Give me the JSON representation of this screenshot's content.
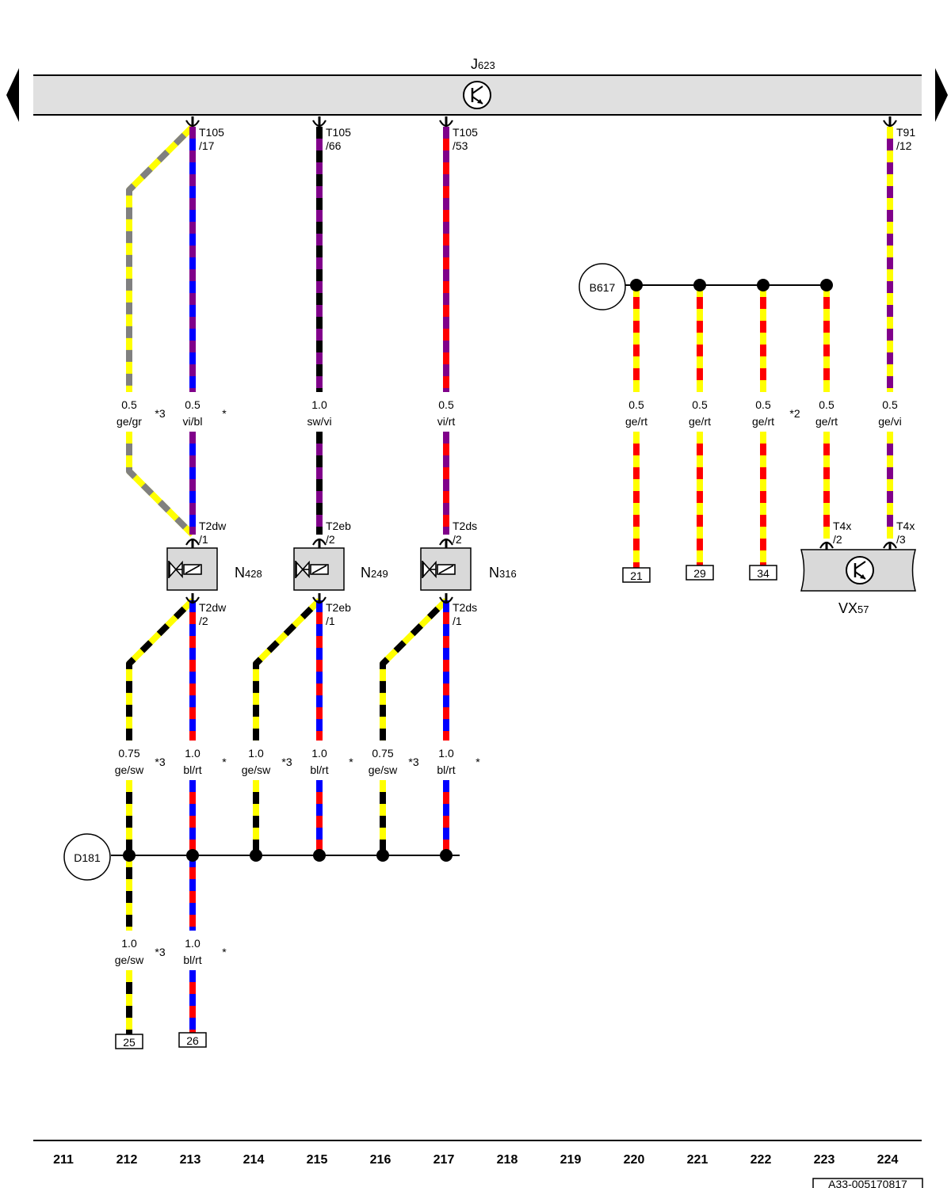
{
  "colors": {
    "ge": "#ffff00",
    "gr": "#808080",
    "vi": "#80008a",
    "bl": "#0000ff",
    "rt": "#ff0000",
    "sw": "#000000",
    "ecu_fill": "#e0e0e0",
    "comp_fill": "#d9d9d9"
  },
  "ecu": {
    "main": "J",
    "sub": "623",
    "icon": "transistor-symbol-icon"
  },
  "nav": {
    "prev": "previous-page-arrow-icon",
    "next": "next-page-arrow-icon"
  },
  "top_connectors": [
    {
      "id": "t105-17",
      "l1": "T105",
      "l2": "/17"
    },
    {
      "id": "t105-66",
      "l1": "T105",
      "l2": "/66"
    },
    {
      "id": "t105-53",
      "l1": "T105",
      "l2": "/53"
    },
    {
      "id": "t91-12",
      "l1": "T91",
      "l2": "/12"
    }
  ],
  "components": [
    {
      "id": "n428",
      "main": "N",
      "sub": "428",
      "pin_top_l1": "T2dw",
      "pin_top_l2": "/1",
      "pin_bot_l1": "T2dw",
      "pin_bot_l2": "/2",
      "icon": "solenoid-valve-icon"
    },
    {
      "id": "n249",
      "main": "N",
      "sub": "249",
      "pin_top_l1": "T2eb",
      "pin_top_l2": "/2",
      "pin_bot_l1": "T2eb",
      "pin_bot_l2": "/1",
      "icon": "solenoid-valve-icon"
    },
    {
      "id": "n316",
      "main": "N",
      "sub": "316",
      "pin_top_l1": "T2ds",
      "pin_top_l2": "/2",
      "pin_bot_l1": "T2ds",
      "pin_bot_l2": "/1",
      "icon": "solenoid-valve-icon"
    }
  ],
  "vx57": {
    "main": "VX",
    "sub": "57",
    "pin_a_l1": "T4x",
    "pin_a_l2": "/2",
    "pin_b_l1": "T4x",
    "pin_b_l2": "/3",
    "icon": "transistor-symbol-icon"
  },
  "junctions": {
    "b617": "B617",
    "d181": "D181"
  },
  "wires": [
    {
      "id": "w212-upper",
      "size": "0.5",
      "code": "ge/gr",
      "note": "*3"
    },
    {
      "id": "w213-upper",
      "size": "0.5",
      "code": "vi/bl",
      "note": "*"
    },
    {
      "id": "w215-upper",
      "size": "1.0",
      "code": "sw/vi",
      "note": ""
    },
    {
      "id": "w217-upper",
      "size": "0.5",
      "code": "vi/rt",
      "note": ""
    },
    {
      "id": "w220",
      "size": "0.5",
      "code": "ge/rt",
      "note": ""
    },
    {
      "id": "w221",
      "size": "0.5",
      "code": "ge/rt",
      "note": ""
    },
    {
      "id": "w222",
      "size": "0.5",
      "code": "ge/rt",
      "note": "*2"
    },
    {
      "id": "w223",
      "size": "0.5",
      "code": "ge/rt",
      "note": ""
    },
    {
      "id": "w224",
      "size": "0.5",
      "code": "ge/vi",
      "note": ""
    },
    {
      "id": "w212-mid",
      "size": "0.75",
      "code": "ge/sw",
      "note": "*3"
    },
    {
      "id": "w213-mid",
      "size": "1.0",
      "code": "bl/rt",
      "note": "*"
    },
    {
      "id": "w214-mid",
      "size": "1.0",
      "code": "ge/sw",
      "note": "*3"
    },
    {
      "id": "w215-mid",
      "size": "1.0",
      "code": "bl/rt",
      "note": "*"
    },
    {
      "id": "w216-mid",
      "size": "0.75",
      "code": "ge/sw",
      "note": "*3"
    },
    {
      "id": "w217-mid",
      "size": "1.0",
      "code": "bl/rt",
      "note": "*"
    },
    {
      "id": "w212-low",
      "size": "1.0",
      "code": "ge/sw",
      "note": "*3"
    },
    {
      "id": "w213-low",
      "size": "1.0",
      "code": "bl/rt",
      "note": "*"
    }
  ],
  "refs": [
    "21",
    "29",
    "34",
    "25",
    "26"
  ],
  "columns": [
    "211",
    "212",
    "213",
    "214",
    "215",
    "216",
    "217",
    "218",
    "219",
    "220",
    "221",
    "222",
    "223",
    "224"
  ],
  "doc_id": "A33-005170817"
}
